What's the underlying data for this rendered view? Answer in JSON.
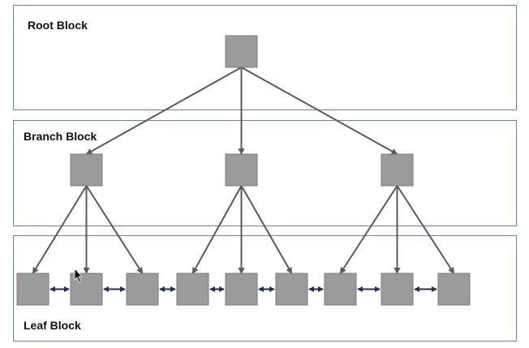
{
  "blocks": {
    "root": {
      "label": "Root Block"
    },
    "branch": {
      "label": "Branch Block"
    },
    "leaf": {
      "label": "Leaf Block"
    }
  },
  "tree": {
    "root_count": 1,
    "branch_count": 3,
    "leaf_count": 9,
    "leaves_per_branch": 3,
    "leaf_links": "bidirectional"
  },
  "colors": {
    "node_fill": "#9b9b9b",
    "node_border": "#7a7a7a",
    "tree_arrow": "#595959",
    "leaf_link": "#1f2d5c",
    "block_border": "#6e7fa0"
  }
}
